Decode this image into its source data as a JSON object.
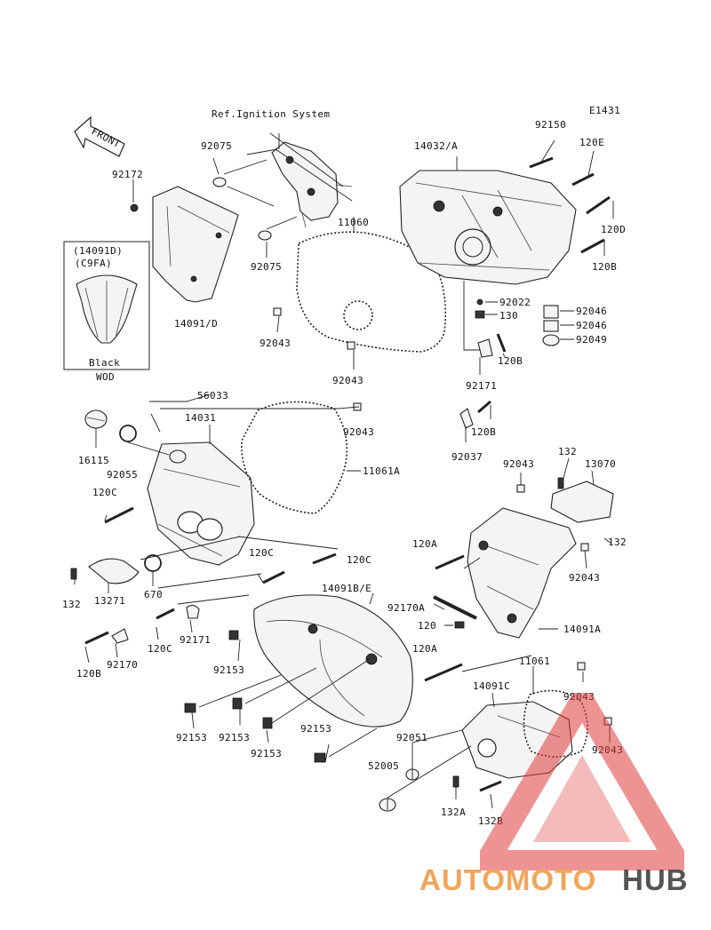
{
  "diagram_code": "E1431",
  "front_label": "FRONT",
  "ref_note": "Ref.Ignition System",
  "color_box": {
    "title": "(14091D)",
    "code": "(C9FA)",
    "color": "Black",
    "note": "WOD"
  },
  "labels": {
    "l_14032A": "14032/A",
    "l_92150": "92150",
    "l_120E": "120E",
    "l_120D": "120D",
    "l_120B_a": "120B",
    "l_92075_a": "92075",
    "l_92075_b": "92075",
    "l_92172": "92172",
    "l_11060": "11060",
    "l_14091D": "14091/D",
    "l_92043_a": "92043",
    "l_92043_b": "92043",
    "l_92022": "92022",
    "l_130": "130",
    "l_92046_a": "92046",
    "l_92046_b": "92046",
    "l_92049": "92049",
    "l_120B_b": "120B",
    "l_92171_a": "92171",
    "l_56033": "56033",
    "l_14031": "14031",
    "l_92043_c": "92043",
    "l_16115": "16115",
    "l_92055": "92055",
    "l_11061A": "11061A",
    "l_120B_c": "120B",
    "l_92037": "92037",
    "l_120C_a": "120C",
    "l_92043_d": "92043",
    "l_132_a": "132",
    "l_13070": "13070",
    "l_132_b": "132",
    "l_120A_a": "120A",
    "l_92043_e": "92043",
    "l_120C_b": "120C",
    "l_120C_c": "120C",
    "l_670": "670",
    "l_132_c": "132",
    "l_13271": "13271",
    "l_14091BE": "14091B/E",
    "l_92170A": "92170A",
    "l_120": "120",
    "l_14091A": "14091A",
    "l_120C_d": "120C",
    "l_92171_b": "92171",
    "l_120B_d": "120B",
    "l_92170": "92170",
    "l_92153_a": "92153",
    "l_120A_b": "120A",
    "l_11061": "11061",
    "l_14091C": "14091C",
    "l_92043_f": "92043",
    "l_92153_b": "92153",
    "l_92153_c": "92153",
    "l_92153_d": "92153",
    "l_92153_e": "92153",
    "l_92051": "92051",
    "l_92043_g": "92043",
    "l_52005": "52005",
    "l_132A": "132A",
    "l_132B": "132B"
  },
  "watermark": {
    "part1": "AUTOMOTO",
    "part2": "HUB"
  },
  "colors": {
    "ink": "#111111",
    "watermark_orange": "#f2a55a",
    "watermark_red": "#e03b3b",
    "watermark_gray": "#555555"
  }
}
